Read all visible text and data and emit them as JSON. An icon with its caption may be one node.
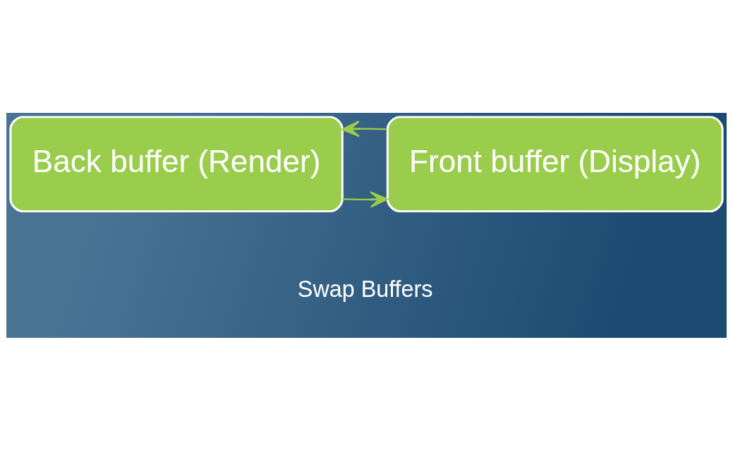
{
  "diagram": {
    "nodes": [
      {
        "text": [
          "Back buffer (Render)"
        ]
      },
      {
        "text": [
          "Front buffer (Display)"
        ]
      }
    ],
    "edges": [
      {
        "from": 0,
        "to": 1,
        "arrow": "to"
      },
      {
        "from": 1,
        "to": 0,
        "arrow": "to"
      }
    ],
    "labels": [
      "Swap Buffers"
    ]
  }
}
